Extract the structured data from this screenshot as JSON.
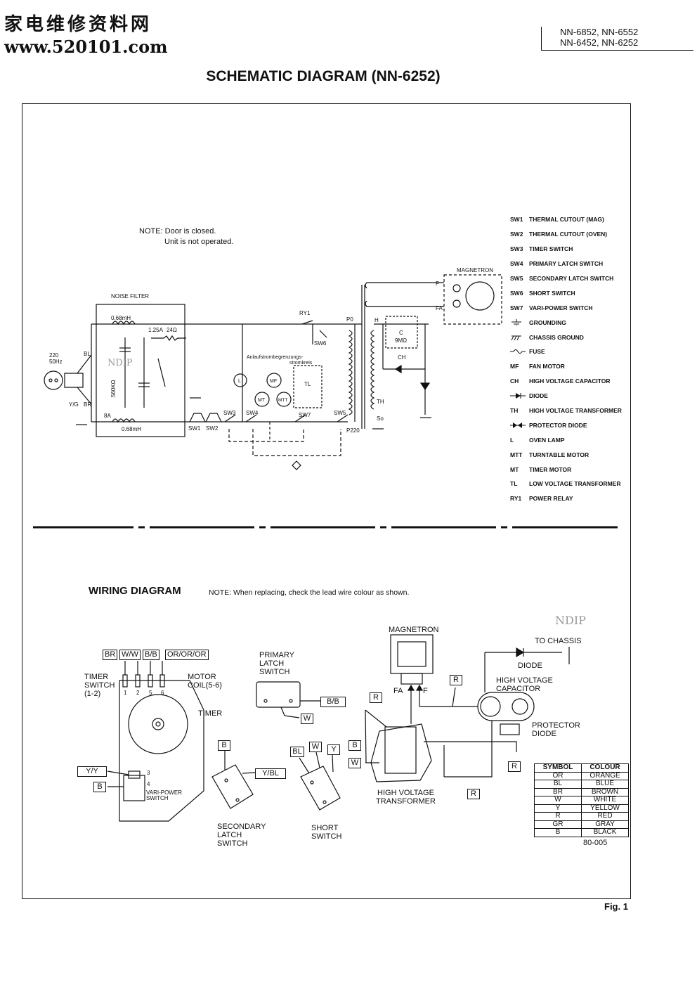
{
  "watermark": {
    "chinese": "家电维修资料网",
    "url": "www.520101.com",
    "ndip": "NDIP"
  },
  "models": {
    "line1": "NN-6852, NN-6552",
    "line2": "NN-6452, NN-6252"
  },
  "title": "SCHEMATIC DIAGRAM (NN-6252)",
  "schematic": {
    "note_line1": "NOTE: Door is closed.",
    "note_line2": "Unit is not operated.",
    "labels": {
      "noise_filter": "NOISE FILTER",
      "supply": "220",
      "freq": "50Hz",
      "bl": "BL",
      "yg": "Y/G",
      "br": "BR",
      "choke_top": "0.68mH",
      "choke_bottom": "0.68mH",
      "fuse_rating": "1.25A",
      "resistor": "24Ω",
      "bleeder": "560KΩ",
      "amp8": "8A",
      "ry1": "RY1",
      "p0": "P0",
      "p220": "P220",
      "sw6": "SW6",
      "inrush": "Anlaufstrombegrenzungs-",
      "inrush2": "stromkreis",
      "tl": "TL",
      "sw1": "SW1",
      "sw2": "SW2",
      "sw3": "SW3",
      "sw4": "SW4",
      "sw7": "SW7",
      "sw5": "SW5",
      "th": "TH",
      "so": "So",
      "h": "H",
      "c": "C",
      "c_val": "9MΩ",
      "ch": "CH",
      "f": "F",
      "fa": "FA",
      "magnetron": "MAGNETRON",
      "l": "L",
      "mf": "MF",
      "mt": "MT",
      "mtt": "MTT"
    },
    "legend": [
      {
        "code": "SW1",
        "text": "THERMAL CUTOUT (MAG)",
        "icon": "text"
      },
      {
        "code": "SW2",
        "text": "THERMAL CUTOUT (OVEN)",
        "icon": "text"
      },
      {
        "code": "SW3",
        "text": "TIMER SWITCH",
        "icon": "text"
      },
      {
        "code": "SW4",
        "text": "PRIMARY LATCH SWITCH",
        "icon": "text"
      },
      {
        "code": "SW5",
        "text": "SECONDARY LATCH SWITCH",
        "icon": "text"
      },
      {
        "code": "SW6",
        "text": "SHORT SWITCH",
        "icon": "text"
      },
      {
        "code": "SW7",
        "text": "VARI-POWER SWITCH",
        "icon": "text"
      },
      {
        "code": "",
        "text": "GROUNDING",
        "icon": "ground-icon"
      },
      {
        "code": "",
        "text": "CHASSIS GROUND",
        "icon": "chassis-ground-icon"
      },
      {
        "code": "",
        "text": "FUSE",
        "icon": "fuse-icon"
      },
      {
        "code": "MF",
        "text": "FAN MOTOR",
        "icon": "text"
      },
      {
        "code": "CH",
        "text": "HIGH VOLTAGE CAPACITOR",
        "icon": "text"
      },
      {
        "code": "",
        "text": "DIODE",
        "icon": "diode-icon"
      },
      {
        "code": "TH",
        "text": "HIGH VOLTAGE TRANSFORMER",
        "icon": "text"
      },
      {
        "code": "",
        "text": "PROTECTOR DIODE",
        "icon": "protector-diode-icon"
      },
      {
        "code": "L",
        "text": "OVEN LAMP",
        "icon": "text"
      },
      {
        "code": "MTT",
        "text": "TURNTABLE MOTOR",
        "icon": "text"
      },
      {
        "code": "MT",
        "text": "TIMER MOTOR",
        "icon": "text"
      },
      {
        "code": "TL",
        "text": "LOW VOLTAGE TRANSFORMER",
        "icon": "text"
      },
      {
        "code": "RY1",
        "text": "POWER RELAY",
        "icon": "text"
      }
    ]
  },
  "wiring": {
    "title": "WIRING DIAGRAM",
    "note": "NOTE:  When replacing, check the lead wire colour as shown.",
    "timer_wires": [
      "BR",
      "W/W",
      "B/B",
      "OR/OR/OR"
    ],
    "timer_switch": [
      "TIMER",
      "SWITCH",
      "(1-2)"
    ],
    "motor_coil": [
      "MOTOR",
      "COIL(5-6)"
    ],
    "timer": "TIMER",
    "pins": [
      "1",
      "2",
      "5",
      "6"
    ],
    "pin3": "3",
    "pin4": "4",
    "vari_power": [
      "VARI-POWER",
      "SWITCH"
    ],
    "yy": "Y/Y",
    "b": "B",
    "primary_latch": [
      "PRIMARY",
      "LATCH",
      "SWITCH"
    ],
    "bb": "B/B",
    "w": "W",
    "secondary_latch": [
      "SECONDARY",
      "LATCH",
      "SWITCH"
    ],
    "ybl": "Y/BL",
    "short_switch": [
      "SHORT",
      "SWITCH"
    ],
    "bl": "BL",
    "y": "Y",
    "magnetron": "MAGNETRON",
    "fa": "FA",
    "f": "F",
    "r": "R",
    "hv_transformer": [
      "HIGH VOLTAGE",
      "TRANSFORMER"
    ],
    "to_chassis": "TO CHASSIS",
    "diode": "DIODE",
    "hv_capacitor": [
      "HIGH VOLTAGE",
      "CAPACITOR"
    ],
    "protector_diode": [
      "PROTECTOR",
      "DIODE"
    ],
    "colour_table": {
      "headers": [
        "SYMBOL",
        "COLOUR"
      ],
      "rows": [
        [
          "OR",
          "ORANGE"
        ],
        [
          "BL",
          "BLUE"
        ],
        [
          "BR",
          "BROWN"
        ],
        [
          "W",
          "WHITE"
        ],
        [
          "Y",
          "YELLOW"
        ],
        [
          "R",
          "RED"
        ],
        [
          "GR",
          "GRAY"
        ],
        [
          "B",
          "BLACK"
        ]
      ]
    },
    "drawing_no": "80-005"
  },
  "fig": "Fig. 1"
}
